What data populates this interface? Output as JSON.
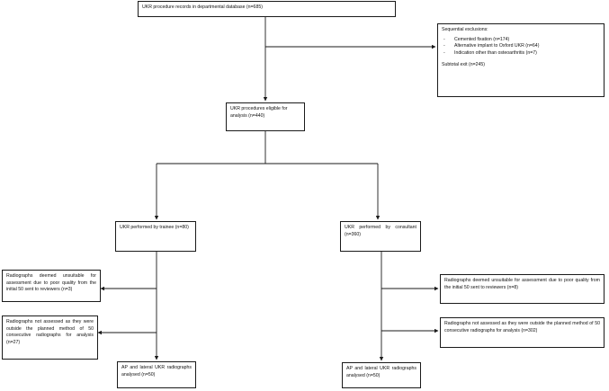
{
  "boxes": {
    "root": "UKR procedure records in departmental database (n=685)",
    "exclusions": {
      "heading": "Sequential exclusions:",
      "items": [
        "Cemented fixation (n=174)",
        "Alternative implant to Oxford UKR (n=64)",
        "Indication other than osteoarthritis (n=7)"
      ],
      "subtotal": "Subtotal exit (n=245)"
    },
    "eligible": "UKR procedures eligible for analysis (n=440)",
    "trainee": "UKR performed by trainee (n=80)",
    "consultant": "UKR performed by consultant (n=360)",
    "trainee_unsuitable": "Radiographs deemed unsuitable for assessment due to poor quality from the initial 50 sent to reviewers (n=3)",
    "trainee_not_assessed": "Radiographs not assessed as they were outside the planned method of 50 consecutive radiographs for analysis (n=27)",
    "trainee_analysed": "AP and lateral UKR radiographs analysed (n=50)",
    "consultant_unsuitable": "Radiographs deemed unsuitable for assessment due to poor quality from the initial 50 sent to reviewers (n=8)",
    "consultant_not_assessed": "Radiographs not assessed as they were outside the planned method of 50 consecutive radiographs for analysis (n=302)",
    "consultant_analysed": "AP and lateral UKR radiographs analysed (n=50)"
  }
}
